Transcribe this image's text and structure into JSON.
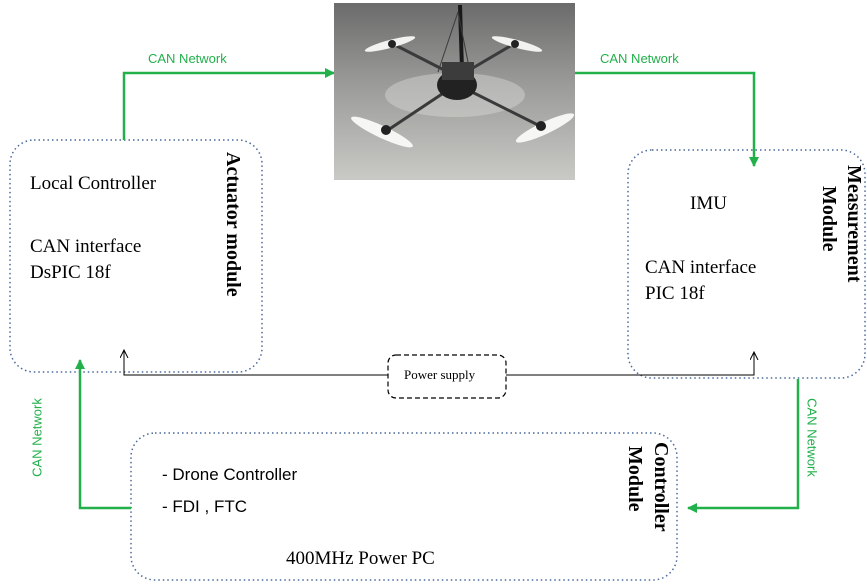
{
  "network_label": "CAN Network",
  "power_supply": "Power supply",
  "actuator": {
    "title": "Actuator module",
    "line1": "Local Controller",
    "line2": "CAN interface",
    "line3": "DsPIC 18f"
  },
  "measurement": {
    "title_1": "Measurement",
    "title_2": "Module",
    "line1": "IMU",
    "line2": "CAN interface",
    "line3": "PIC 18f"
  },
  "controller": {
    "title_1": "Controller",
    "title_2": "Module",
    "item1": "- Drone Controller",
    "item2": "- FDI , FTC",
    "footer": "400MHz Power PC"
  },
  "colors": {
    "network": "#22b04b",
    "box_border": "#4a6a9a"
  }
}
